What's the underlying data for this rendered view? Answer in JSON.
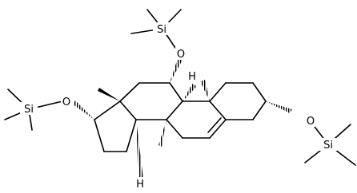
{
  "molecule": {
    "atom_labels": {
      "tms_top_si": "Si",
      "o_c11": "O",
      "h_c9": "H",
      "tms_left_si": "Si",
      "o_c17": "O",
      "tms_right_si": "Si",
      "o_c3": "O",
      "h_c14": "H"
    }
  }
}
